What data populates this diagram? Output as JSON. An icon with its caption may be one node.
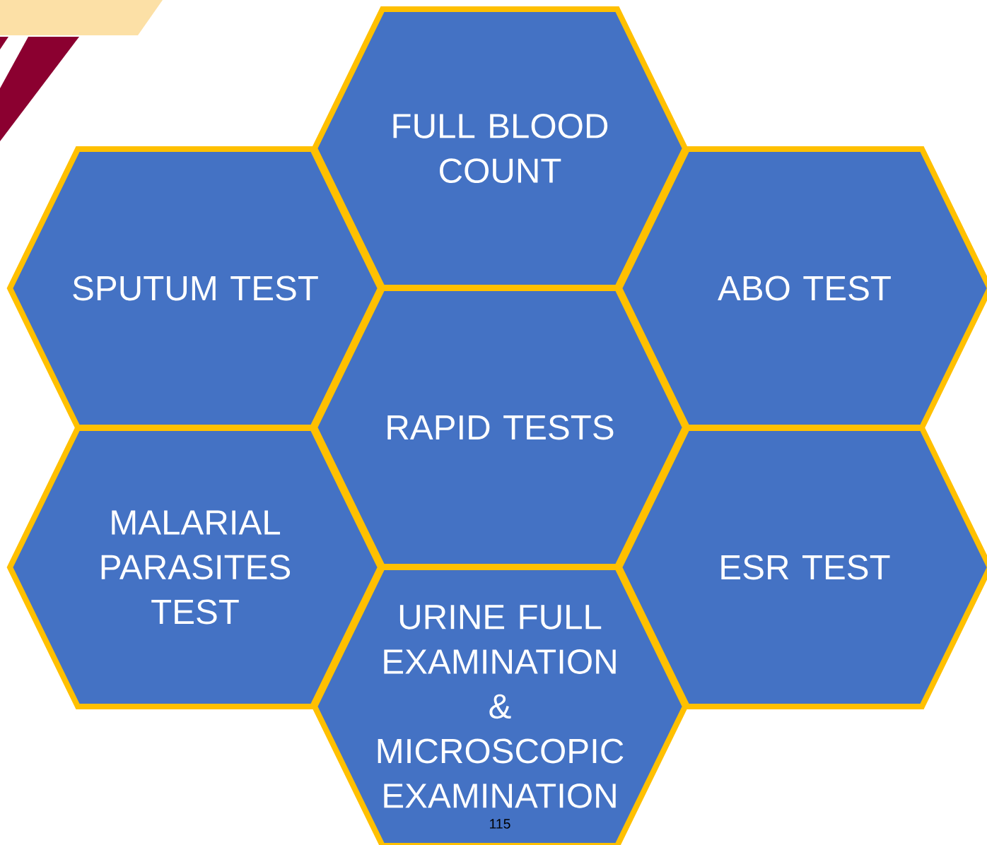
{
  "diagram": {
    "nodes": [
      {
        "text": [
          "FULL BLOOD COUNT"
        ]
      },
      {
        "text": [
          "SPUTUM TEST"
        ]
      },
      {
        "text": [
          "ABO TEST"
        ]
      },
      {
        "text": [
          "RAPID TESTS"
        ]
      },
      {
        "text": [
          "MALARIAL PARASITES TEST"
        ]
      },
      {
        "text": [
          "ESR TEST"
        ]
      },
      {
        "text": [
          "URINE FULL EXAMINATION & MICROSCOPIC EXAMINATION"
        ]
      }
    ],
    "labels": [
      "115"
    ]
  }
}
